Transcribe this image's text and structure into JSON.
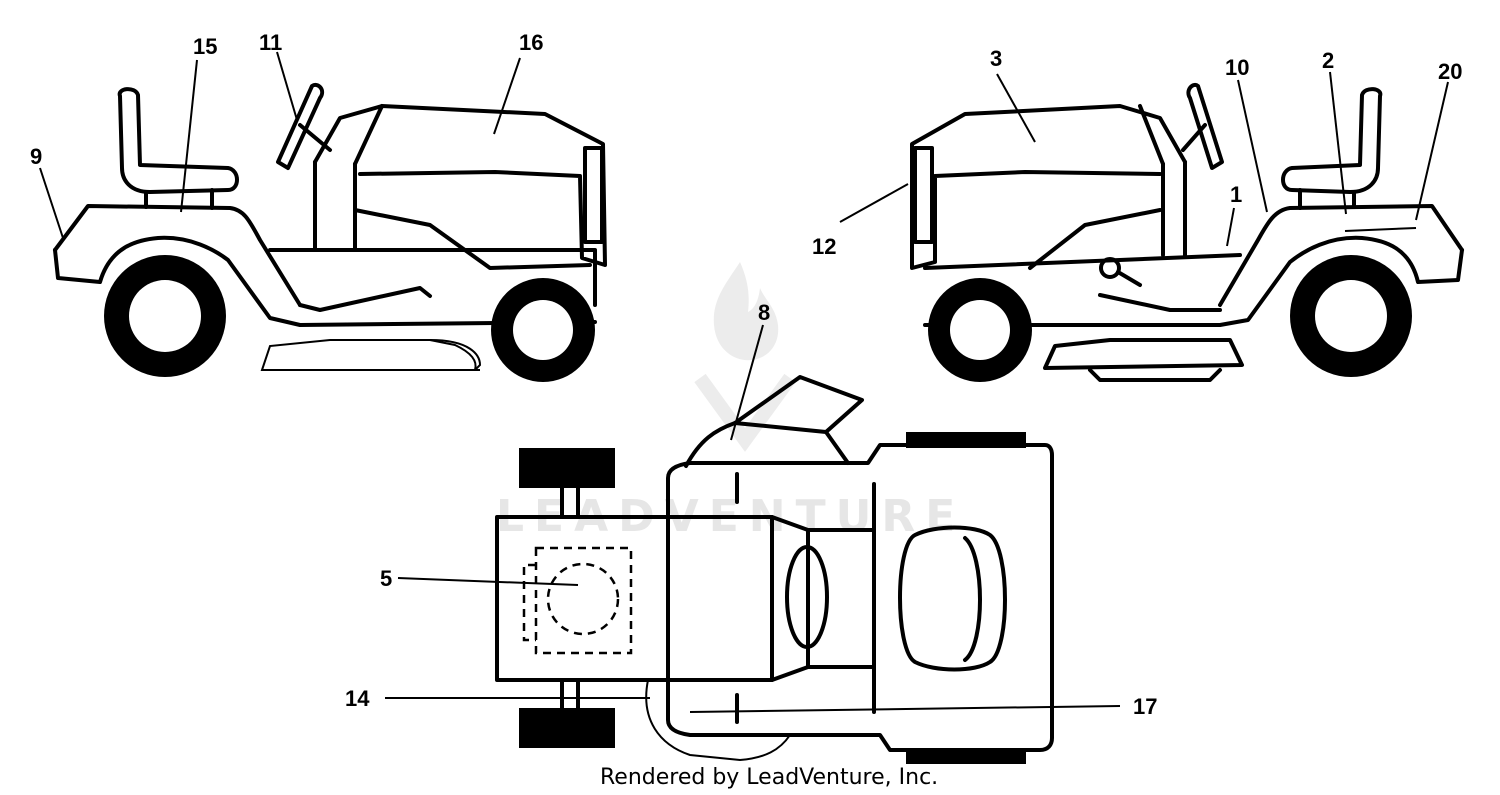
{
  "watermark": {
    "text": "LEADVENTURE"
  },
  "footer": {
    "text": "Rendered by LeadVenture, Inc."
  },
  "callouts": [
    {
      "id": "15",
      "label": "15"
    },
    {
      "id": "11",
      "label": "11"
    },
    {
      "id": "16",
      "label": "16"
    },
    {
      "id": "9",
      "label": "9"
    },
    {
      "id": "3",
      "label": "3"
    },
    {
      "id": "10",
      "label": "10"
    },
    {
      "id": "2",
      "label": "2"
    },
    {
      "id": "20",
      "label": "20"
    },
    {
      "id": "12",
      "label": "12"
    },
    {
      "id": "1",
      "label": "1"
    },
    {
      "id": "8",
      "label": "8"
    },
    {
      "id": "5",
      "label": "5"
    },
    {
      "id": "14",
      "label": "14"
    },
    {
      "id": "17",
      "label": "17"
    }
  ]
}
